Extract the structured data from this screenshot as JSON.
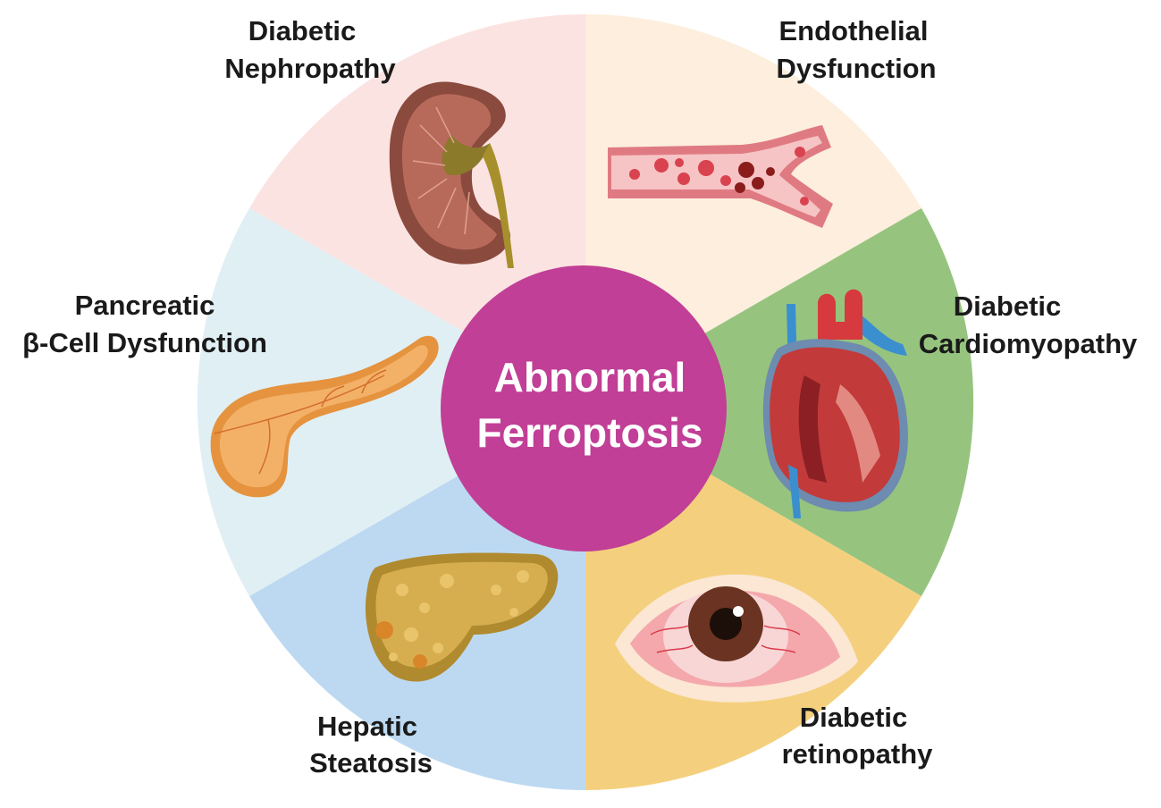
{
  "center": {
    "line1": "Abnormal",
    "line2": "Ferroptosis",
    "color": "#c13f96"
  },
  "segments": [
    {
      "key": "nephropathy",
      "line1": "Diabetic",
      "line2": "Nephropathy",
      "color": "#fbe3e1",
      "icon": "kidney-icon"
    },
    {
      "key": "endothelial",
      "line1": "Endothelial",
      "line2": "Dysfunction",
      "color": "#fdeedd",
      "icon": "blood-vessel-icon"
    },
    {
      "key": "cardiomyopathy",
      "line1": "Diabetic",
      "line2": "Cardiomyopathy",
      "color": "#96c47e",
      "icon": "heart-icon"
    },
    {
      "key": "retinopathy",
      "line1": "Diabetic",
      "line2": "retinopathy",
      "color": "#f4d07e",
      "icon": "eye-icon"
    },
    {
      "key": "steatosis",
      "line1": "Hepatic",
      "line2": "Steatosis",
      "color": "#bcd9f1",
      "icon": "liver-icon"
    },
    {
      "key": "pancreatic",
      "line1": "Pancreatic",
      "line2": "β-Cell Dysfunction",
      "color": "#e0eff4",
      "icon": "pancreas-icon"
    }
  ]
}
